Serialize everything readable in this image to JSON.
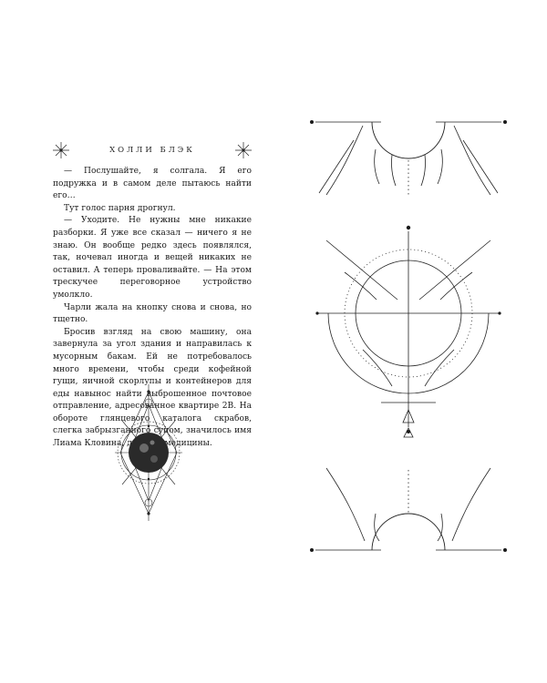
{
  "header": {
    "running_title": "ХОЛЛИ БЛЭК"
  },
  "body": {
    "paragraphs": [
      "— Послушайте, я солгала. Я его подружка и в самом деле пытаюсь найти его…",
      "Тут голос парня дрогнул.",
      "— Уходите. Не нужны мне никакие разборки. Я уже все сказал — ничего я не знаю. Он вообще редко здесь появлялся, так, ночевал иногда и вещей никаких не оставил. А теперь проваливайте. — На этом трескучее переговорное устройство умолкло.",
      "Чарли жала на кнопку снова и снова, но тщетно.",
      "Бросив взгляд на свою машину, она завернула за угол здания и направилась к мусорным бакам. Ей не потребовалось много времени, чтобы среди кофейной гущи, яичной скорлупы и контейнеров для еды навынос найти выброшенное почтовое отправление, адресованное квартире 2В. На обороте глянцевого каталога скрабов, слегка забрызганного супом, значилось имя Лиама Кловина, доктора медицины."
    ]
  },
  "decor": {
    "header_ornament": "sparkle-star-icon",
    "left_ornament": "moon-amulet-icon",
    "right_ornament": "celestial-sun-moon-icon",
    "ink_color": "#1a1a1a"
  }
}
